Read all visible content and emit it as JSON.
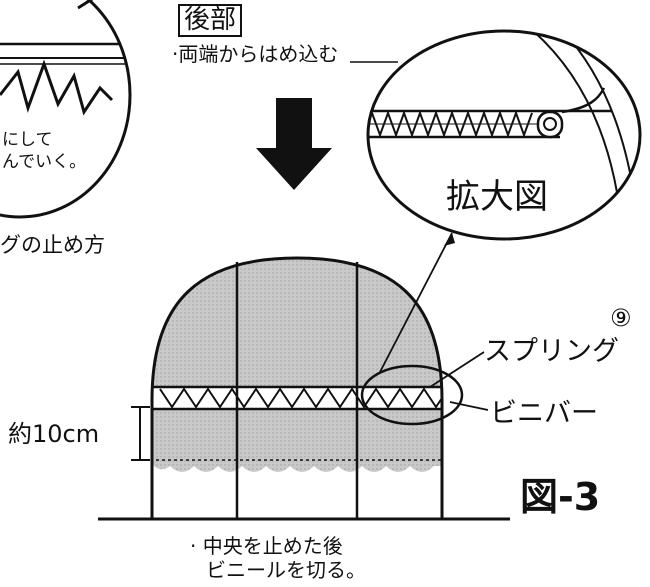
{
  "top_left": {
    "line1": "にして",
    "line2": "んでいく。",
    "caption": "グの止め方"
  },
  "rear": {
    "label": "後部",
    "instruction": "·両端からはめ込む"
  },
  "magnified": {
    "label": "拡大図"
  },
  "callouts": {
    "number": "⑨",
    "spring": "スプリング",
    "vinyl_bar": "ビニバー",
    "height": "約10cm"
  },
  "figure": {
    "label": "図-3"
  },
  "bottom_note": {
    "line1": "· 中央を止めた後",
    "line2": "ビニールを切る。"
  }
}
